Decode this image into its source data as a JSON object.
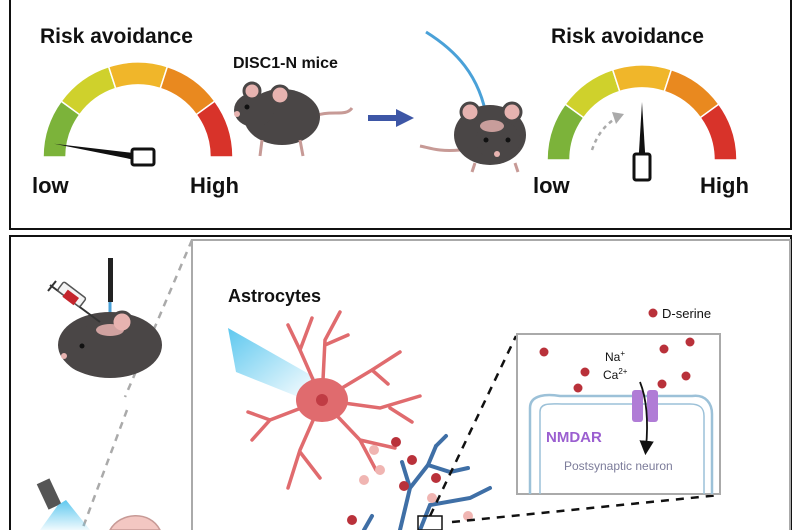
{
  "top_panel": {
    "left_gauge": {
      "title": "Risk avoidance",
      "low_label": "low",
      "high_label": "High",
      "level": 0.05
    },
    "right_gauge": {
      "title": "Risk avoidance",
      "low_label": "low",
      "high_label": "High",
      "level": 0.5
    },
    "mouse_label": "DISC1-N mice"
  },
  "bottom_panel": {
    "astrocytes_label": "Astrocytes",
    "legend_dserine": "D-serine",
    "inset": {
      "ion_na": "Na",
      "ion_na_sup": "+",
      "ion_ca": "Ca",
      "ion_ca_sup": "2+",
      "receptor_label": "NMDAR",
      "neuron_label": "Postsynaptic neuron"
    }
  },
  "colors": {
    "gauge_segments": [
      "#7cb33a",
      "#cfd12c",
      "#f0b62a",
      "#e9891f",
      "#d8332a"
    ],
    "mouse": "#4a4646",
    "astrocyte": "#e06b6e",
    "dserine": "#b9313a",
    "neuron": "#3f6fa6",
    "nmdar": "#b07cd6",
    "light_beam": "#5ec8ef",
    "arrow": "#3d56a6"
  }
}
